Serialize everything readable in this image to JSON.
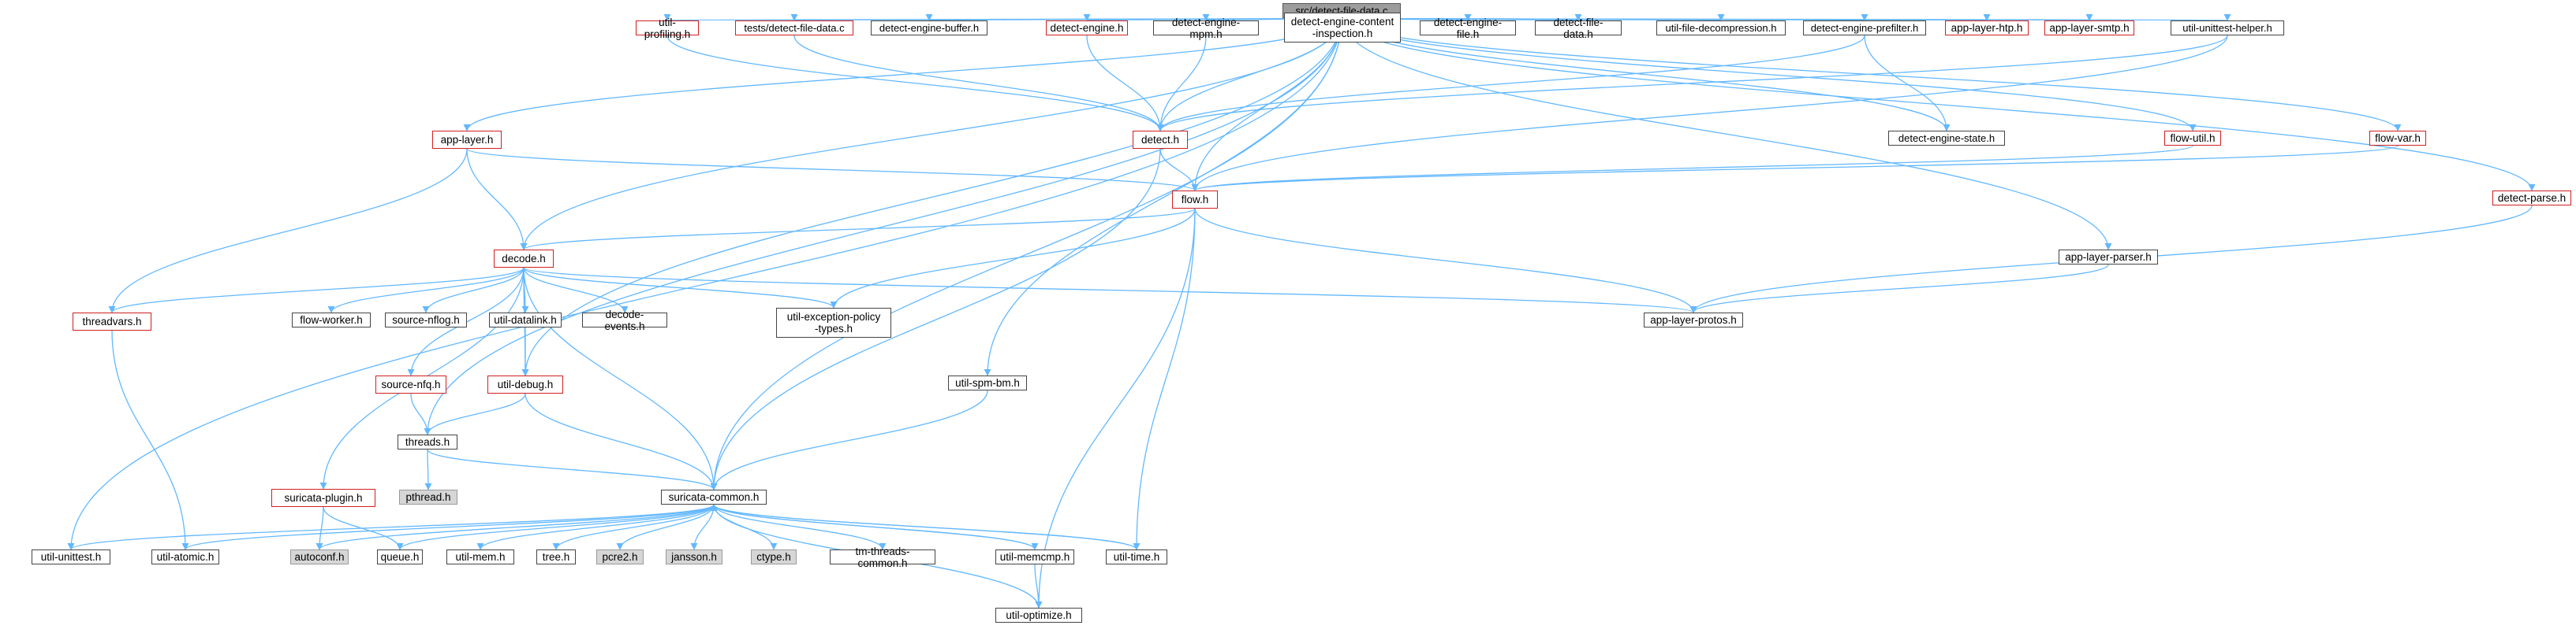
{
  "graph_title": "src/detect-file-data.c",
  "edge_color": "#63b8ff",
  "colors": {
    "missing_border": "#d02020",
    "system_fill": "#d6d6d6",
    "root_fill": "#9c9c9c"
  },
  "nodes": {
    "root": "src/detect-file-data.c",
    "util_profiling": "util-profiling.h",
    "tests_detect_file_data": "tests/detect-file-data.c",
    "detect_engine_buffer": "detect-engine-buffer.h",
    "detect_engine": "detect-engine.h",
    "detect_engine_mpm": "detect-engine-mpm.h",
    "detect_engine_content_inspection": "detect-engine-content\n-inspection.h",
    "detect_engine_file": "detect-engine-file.h",
    "detect_file_data_h": "detect-file-data.h",
    "util_file_decompression": "util-file-decompression.h",
    "detect_engine_prefilter": "detect-engine-prefilter.h",
    "app_layer_htp": "app-layer-htp.h",
    "app_layer_smtp": "app-layer-smtp.h",
    "util_unittest_helper": "util-unittest-helper.h",
    "app_layer": "app-layer.h",
    "detect": "detect.h",
    "detect_engine_state": "detect-engine-state.h",
    "flow_util": "flow-util.h",
    "flow_var": "flow-var.h",
    "flow": "flow.h",
    "detect_parse": "detect-parse.h",
    "decode": "decode.h",
    "app_layer_parser": "app-layer-parser.h",
    "threadvars": "threadvars.h",
    "flow_worker": "flow-worker.h",
    "source_nflog": "source-nflog.h",
    "util_datalink": "util-datalink.h",
    "decode_events": "decode-events.h",
    "util_exception_policy_types": "util-exception-policy\n-types.h",
    "app_layer_protos": "app-layer-protos.h",
    "source_nfq": "source-nfq.h",
    "util_debug": "util-debug.h",
    "util_spm_bm": "util-spm-bm.h",
    "threads": "threads.h",
    "pthread": "pthread.h",
    "suricata_plugin": "suricata-plugin.h",
    "suricata_common": "suricata-common.h",
    "util_unittest": "util-unittest.h",
    "util_atomic": "util-atomic.h",
    "autoconf": "autoconf.h",
    "queue": "queue.h",
    "util_mem": "util-mem.h",
    "tree": "tree.h",
    "pcre2": "pcre2.h",
    "jansson": "jansson.h",
    "ctype": "ctype.h",
    "tm_threads_common": "tm-threads-common.h",
    "util_memcmp": "util-memcmp.h",
    "util_time": "util-time.h",
    "util_optimize": "util-optimize.h"
  },
  "edges": [
    [
      "root",
      "util_profiling"
    ],
    [
      "root",
      "tests_detect_file_data"
    ],
    [
      "root",
      "detect_engine_buffer"
    ],
    [
      "root",
      "detect_engine"
    ],
    [
      "root",
      "detect_engine_mpm"
    ],
    [
      "root",
      "detect_engine_content_inspection"
    ],
    [
      "root",
      "detect_engine_file"
    ],
    [
      "root",
      "detect_file_data_h"
    ],
    [
      "root",
      "util_file_decompression"
    ],
    [
      "root",
      "detect_engine_prefilter"
    ],
    [
      "root",
      "app_layer_htp"
    ],
    [
      "root",
      "app_layer_smtp"
    ],
    [
      "root",
      "util_unittest_helper"
    ],
    [
      "root",
      "app_layer"
    ],
    [
      "root",
      "detect"
    ],
    [
      "root",
      "detect_engine_state"
    ],
    [
      "root",
      "flow_util"
    ],
    [
      "root",
      "flow_var"
    ],
    [
      "root",
      "flow"
    ],
    [
      "root",
      "detect_parse"
    ],
    [
      "root",
      "decode"
    ],
    [
      "root",
      "app_layer_parser"
    ],
    [
      "root",
      "threads"
    ],
    [
      "root",
      "util_unittest"
    ],
    [
      "root",
      "util_debug"
    ],
    [
      "root",
      "suricata_common"
    ],
    [
      "root",
      "util_spm_bm"
    ],
    [
      "util_profiling",
      "detect"
    ],
    [
      "tests_detect_file_data",
      "detect"
    ],
    [
      "detect_engine",
      "detect"
    ],
    [
      "detect_engine_mpm",
      "detect"
    ],
    [
      "detect_engine_prefilter",
      "detect"
    ],
    [
      "detect_engine_prefilter",
      "detect_engine_state"
    ],
    [
      "util_unittest_helper",
      "detect"
    ],
    [
      "util_unittest_helper",
      "flow"
    ],
    [
      "app_layer",
      "decode"
    ],
    [
      "app_layer",
      "flow"
    ],
    [
      "app_layer",
      "threadvars"
    ],
    [
      "detect",
      "flow"
    ],
    [
      "detect",
      "suricata_common"
    ],
    [
      "flow_util",
      "flow"
    ],
    [
      "flow_var",
      "flow"
    ],
    [
      "flow",
      "decode"
    ],
    [
      "flow",
      "app_layer_protos"
    ],
    [
      "flow",
      "util_exception_policy_types"
    ],
    [
      "flow",
      "util_time"
    ],
    [
      "flow",
      "util_optimize"
    ],
    [
      "detect_parse",
      "app_layer_protos"
    ],
    [
      "app_layer_parser",
      "app_layer_protos"
    ],
    [
      "decode",
      "threadvars"
    ],
    [
      "decode",
      "flow_worker"
    ],
    [
      "decode",
      "source_nflog"
    ],
    [
      "decode",
      "util_datalink"
    ],
    [
      "decode",
      "decode_events"
    ],
    [
      "decode",
      "util_exception_policy_types"
    ],
    [
      "decode",
      "app_layer_protos"
    ],
    [
      "decode",
      "source_nfq"
    ],
    [
      "decode",
      "util_debug"
    ],
    [
      "decode",
      "suricata_plugin"
    ],
    [
      "decode",
      "suricata_common"
    ],
    [
      "threadvars",
      "util_atomic"
    ],
    [
      "util_datalink",
      "util_debug"
    ],
    [
      "source_nfq",
      "threads"
    ],
    [
      "util_debug",
      "threads"
    ],
    [
      "util_debug",
      "suricata_common"
    ],
    [
      "util_spm_bm",
      "suricata_common"
    ],
    [
      "threads",
      "pthread"
    ],
    [
      "threads",
      "suricata_common"
    ],
    [
      "suricata_plugin",
      "autoconf"
    ],
    [
      "suricata_plugin",
      "queue"
    ],
    [
      "suricata_common",
      "util_unittest"
    ],
    [
      "suricata_common",
      "util_atomic"
    ],
    [
      "suricata_common",
      "autoconf"
    ],
    [
      "suricata_common",
      "queue"
    ],
    [
      "suricata_common",
      "util_mem"
    ],
    [
      "suricata_common",
      "tree"
    ],
    [
      "suricata_common",
      "pcre2"
    ],
    [
      "suricata_common",
      "jansson"
    ],
    [
      "suricata_common",
      "ctype"
    ],
    [
      "suricata_common",
      "tm_threads_common"
    ],
    [
      "suricata_common",
      "util_memcmp"
    ],
    [
      "suricata_common",
      "util_time"
    ],
    [
      "suricata_common",
      "util_optimize"
    ],
    [
      "util_memcmp",
      "suricata_common"
    ],
    [
      "util_memcmp",
      "util_optimize"
    ],
    [
      "util_time",
      "suricata_common"
    ]
  ]
}
